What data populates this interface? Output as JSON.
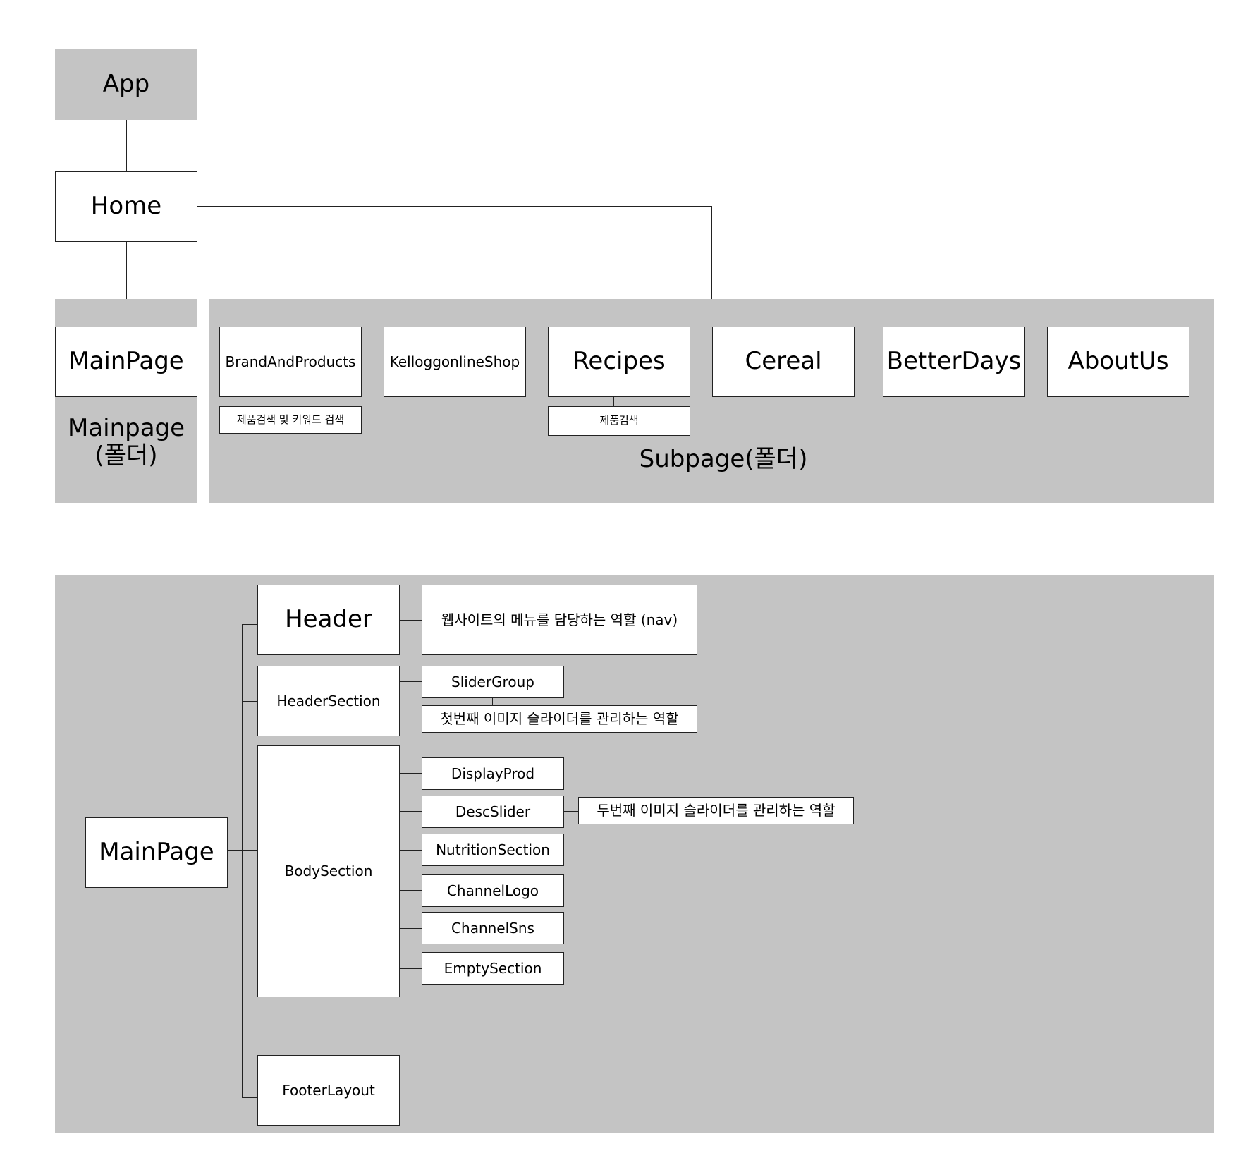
{
  "top": {
    "app": "App",
    "home": "Home",
    "mainpage_folder": {
      "node": "MainPage",
      "caption_line1": "Mainpage",
      "caption_line2": "(폴더)"
    },
    "subpage_folder": {
      "caption": "Subpage(폴더)",
      "pages": [
        {
          "label": "BrandAndProducts",
          "note": "제품검색 및 키워드 검색"
        },
        {
          "label": "KelloggonlineShop"
        },
        {
          "label": "Recipes",
          "note": "제품검색"
        },
        {
          "label": "Cereal"
        },
        {
          "label": "BetterDays"
        },
        {
          "label": "AboutUs"
        }
      ]
    }
  },
  "bottom": {
    "root": "MainPage",
    "header": {
      "label": "Header",
      "note": "웹사이트의 메뉴를 담당하는 역할 (nav)"
    },
    "header_section": {
      "label": "HeaderSection",
      "child": "SliderGroup",
      "note": "첫번째 이미지 슬라이더를 관리하는 역할"
    },
    "body_section": {
      "label": "BodySection",
      "children": [
        "DisplayProd",
        "DescSlider",
        "NutritionSection",
        "ChannelLogo",
        "ChannelSns",
        "EmptySection"
      ],
      "desc_slider_note": "두번째 이미지 슬라이더를 관리하는 역할"
    },
    "footer": {
      "label": "FooterLayout"
    }
  }
}
